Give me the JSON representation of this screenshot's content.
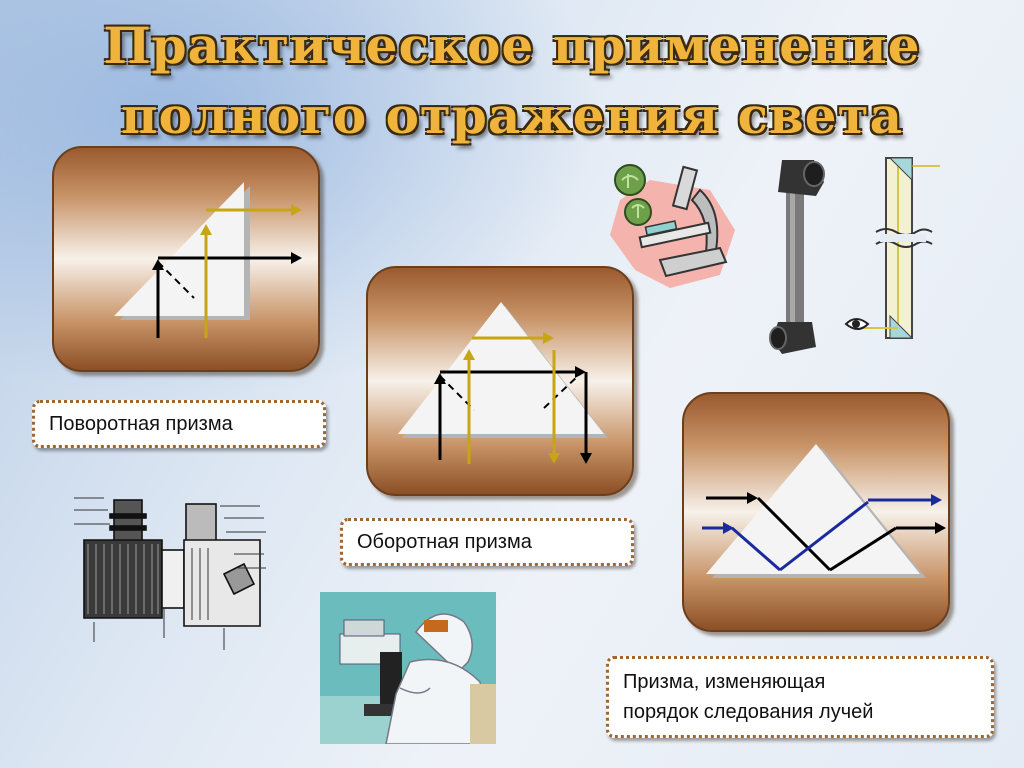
{
  "title": {
    "line1": "Практическое применение",
    "line2": "полного отражения света"
  },
  "labels": {
    "turning_prism": "Поворотная призма",
    "reversing_prism": "Оборотная призма",
    "order_prism_line1": "Призма, изменяющая",
    "order_prism_line2": "порядок следования лучей"
  },
  "illustrations": [
    "microscope-icon",
    "periscope-icon",
    "periscope-diagram",
    "binoculars-diagram",
    "lab-worker-microscope"
  ],
  "colors": {
    "title_fill": "#f0b43c",
    "ray_black": "#000000",
    "ray_gold": "#c8a417",
    "ray_blue": "#1a2a9c",
    "label_border": "#a0662e"
  }
}
